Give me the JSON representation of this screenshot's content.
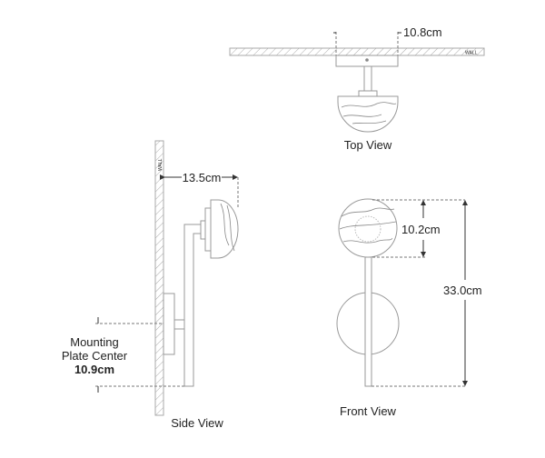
{
  "top_view": {
    "title": "Top View",
    "width_label": "10.8cm",
    "wall_label": "WALL"
  },
  "side_view": {
    "title": "Side View",
    "depth_label": "13.5cm",
    "wall_label": "WALL",
    "mounting_line1": "Mounting",
    "mounting_line2": "Plate Center",
    "mounting_value": "10.9cm"
  },
  "front_view": {
    "title": "Front View",
    "shade_height_label": "10.2cm",
    "overall_height_label": "33.0cm"
  }
}
